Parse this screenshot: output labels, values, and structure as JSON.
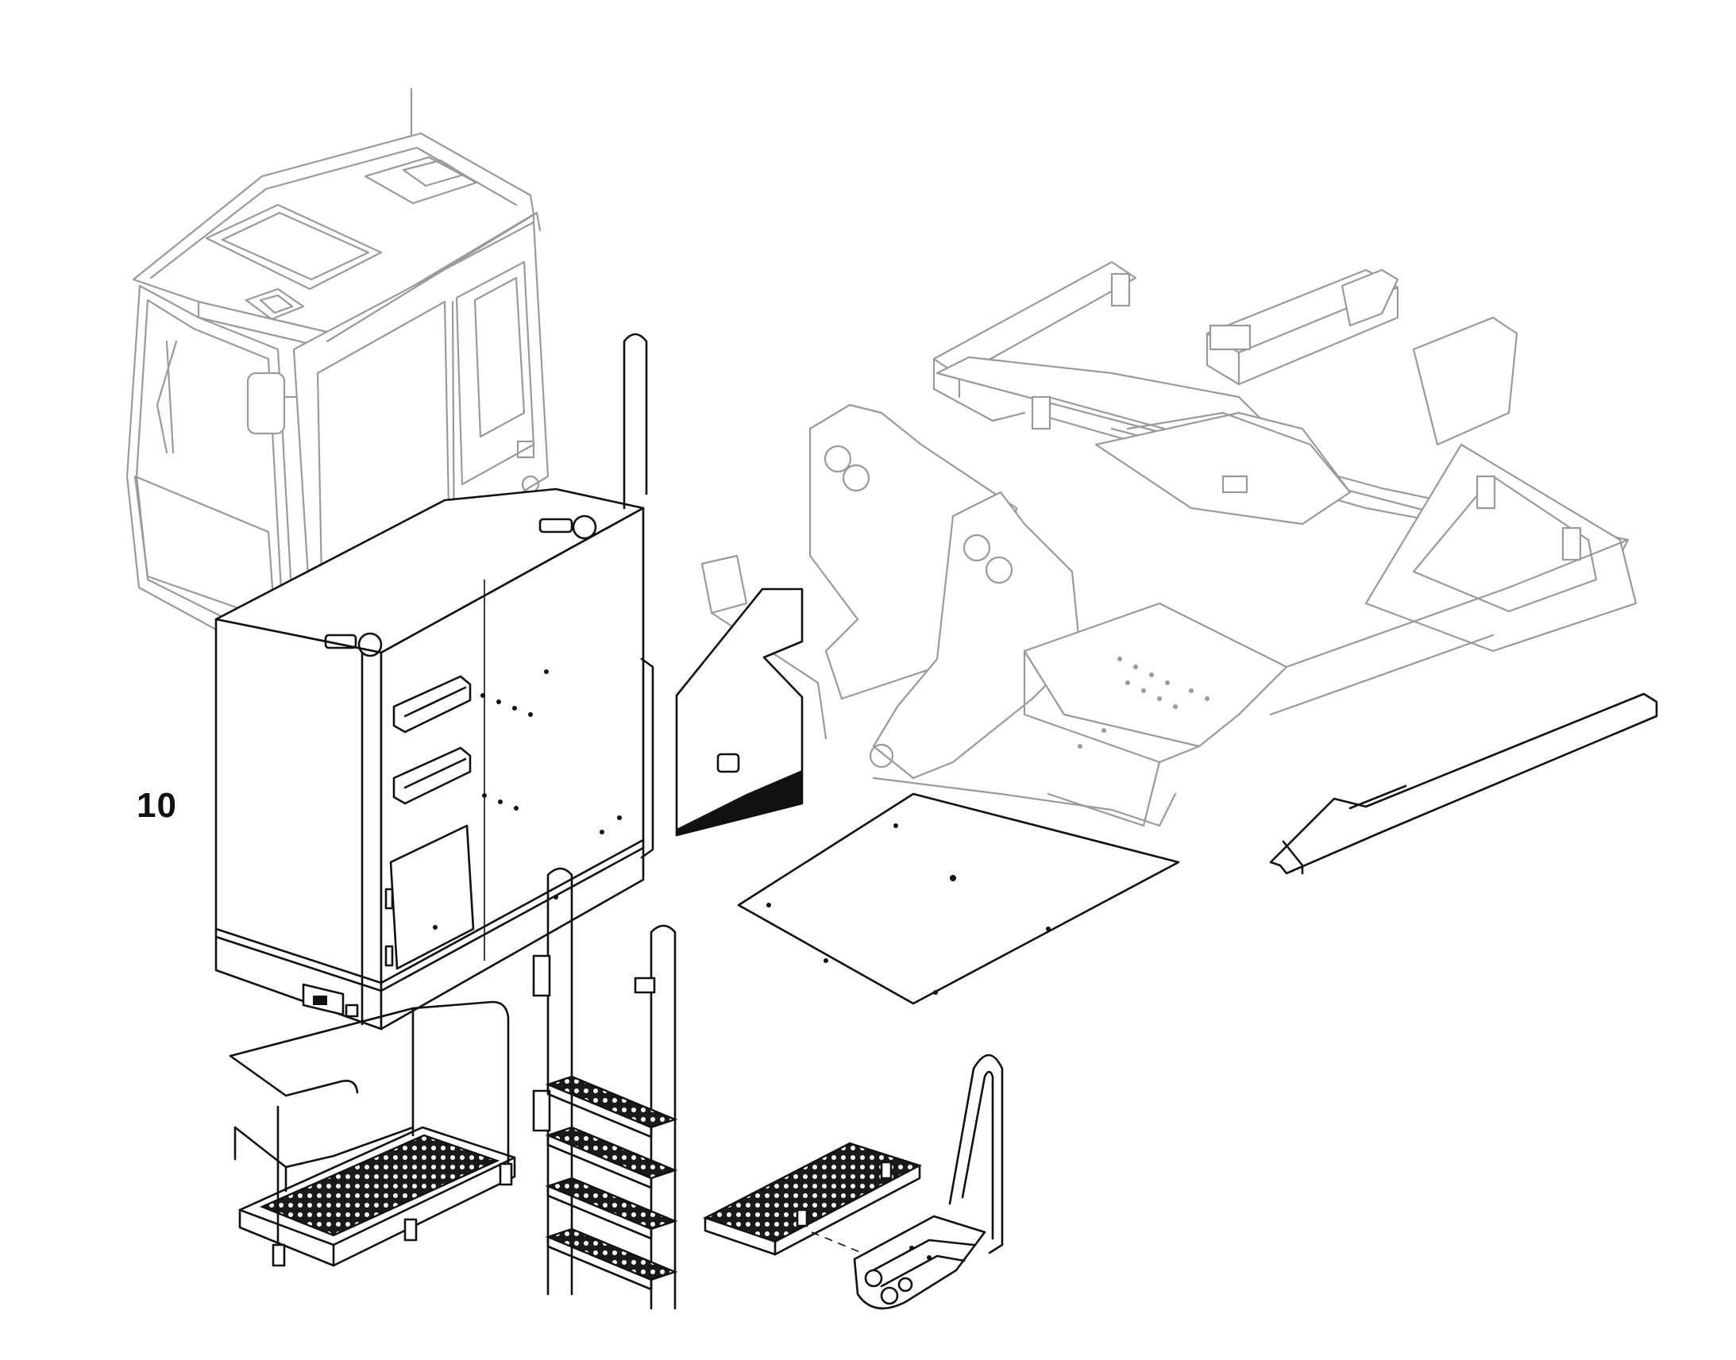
{
  "callout": {
    "label": "10"
  },
  "parts": [
    {
      "name": "operator-cab",
      "style": "ghost"
    },
    {
      "name": "upper-frame",
      "style": "ghost"
    },
    {
      "name": "cab-riser",
      "style": "ink"
    },
    {
      "name": "side-panel",
      "style": "ink"
    },
    {
      "name": "bottom-plate",
      "style": "ink"
    },
    {
      "name": "side-rail",
      "style": "ink"
    },
    {
      "name": "platform-with-railing",
      "style": "ink"
    },
    {
      "name": "access-ladder",
      "style": "ink"
    },
    {
      "name": "step-tread",
      "style": "ink"
    },
    {
      "name": "step-bracket-with-handrail",
      "style": "ink"
    }
  ],
  "colors": {
    "ink": "#111111",
    "ghost": "#9a9a9a",
    "background": "#ffffff"
  }
}
